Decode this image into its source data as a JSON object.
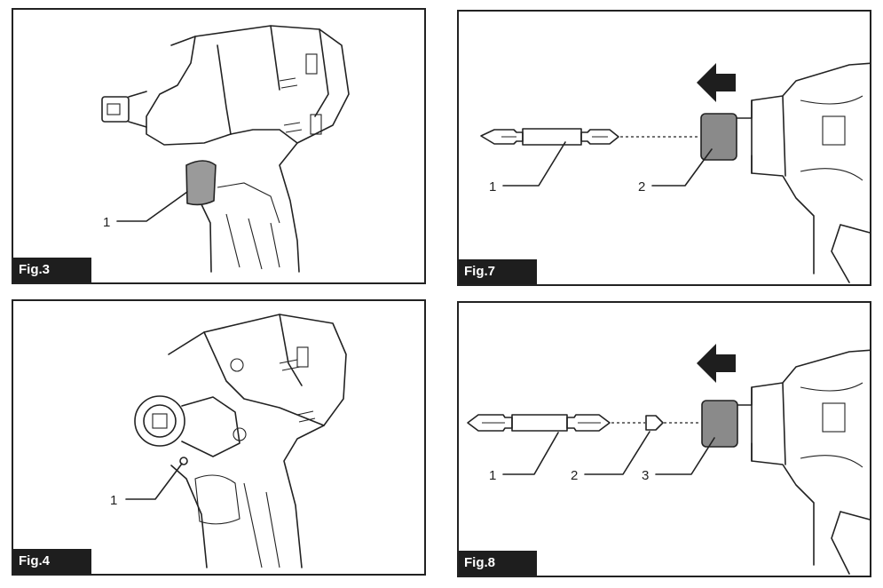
{
  "figures": {
    "fig3": {
      "label": "Fig.3",
      "callouts": [
        "1"
      ]
    },
    "fig4": {
      "label": "Fig.4",
      "callouts": [
        "1"
      ]
    },
    "fig7": {
      "label": "Fig.7",
      "callouts": [
        "1",
        "2"
      ]
    },
    "fig8": {
      "label": "Fig.8",
      "callouts": [
        "1",
        "2",
        "3"
      ]
    }
  },
  "colors": {
    "ink": "#222222",
    "label_bg": "#1e1e1e",
    "sleeve_fill": "#8a8a8a"
  },
  "icons": {
    "arrow": "insert-direction-arrow-icon"
  }
}
